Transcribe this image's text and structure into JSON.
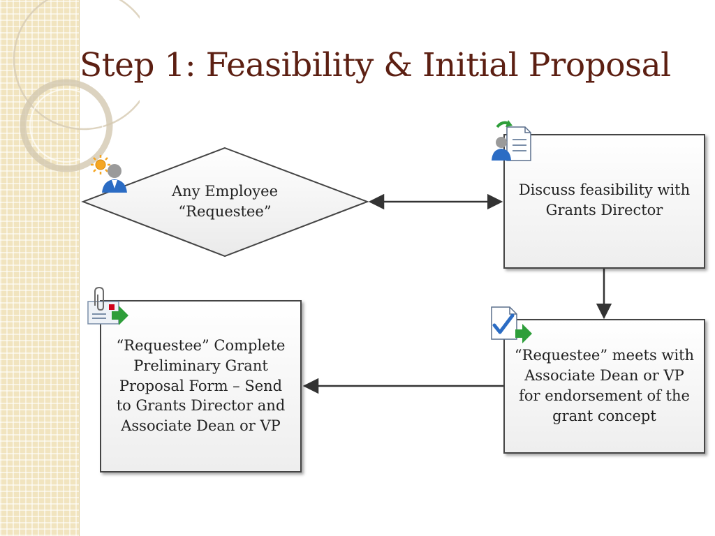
{
  "slide": {
    "title": "Step 1: Feasibility & Initial Proposal"
  },
  "diagram": {
    "start_node": {
      "line1": "Any Employee",
      "line2": "“Requestee”",
      "icon": "user-star-icon"
    },
    "discuss_node": {
      "line1": "Discuss feasibility with",
      "line2": "Grants Director",
      "icon": "user-document-icon"
    },
    "meet_node": {
      "line1": "“Requestee” meets with",
      "line2": "Associate Dean or VP",
      "line3": "for endorsement of the",
      "line4": "grant concept",
      "icon": "checklist-document-icon"
    },
    "complete_node": {
      "line1": "“Requestee” Complete",
      "line2": "Preliminary Grant",
      "line3": "Proposal Form – Send",
      "line4": "to Grants Director and",
      "line5": "Associate Dean or VP",
      "icon": "attachment-mail-icon"
    }
  },
  "colors": {
    "title": "#5c1f12",
    "panel": "#f1e4bf",
    "border": "#444444",
    "arrow": "#333333"
  }
}
